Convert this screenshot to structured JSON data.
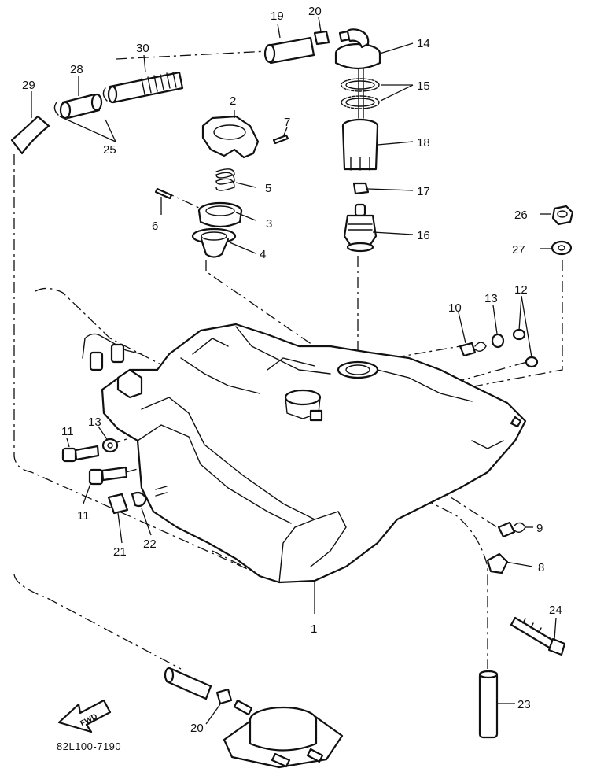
{
  "diagram": {
    "code": "82L100-7190",
    "fwd_label": "FWD",
    "callouts": [
      {
        "id": "c1",
        "text": "1"
      },
      {
        "id": "c2",
        "text": "2"
      },
      {
        "id": "c3",
        "text": "3"
      },
      {
        "id": "c4",
        "text": "4"
      },
      {
        "id": "c5",
        "text": "5"
      },
      {
        "id": "c6",
        "text": "6"
      },
      {
        "id": "c7",
        "text": "7"
      },
      {
        "id": "c8",
        "text": "8"
      },
      {
        "id": "c9",
        "text": "9"
      },
      {
        "id": "c10",
        "text": "10"
      },
      {
        "id": "c11a",
        "text": "11"
      },
      {
        "id": "c11b",
        "text": "11"
      },
      {
        "id": "c12",
        "text": "12"
      },
      {
        "id": "c13a",
        "text": "13"
      },
      {
        "id": "c13b",
        "text": "13"
      },
      {
        "id": "c14",
        "text": "14"
      },
      {
        "id": "c15",
        "text": "15"
      },
      {
        "id": "c16",
        "text": "16"
      },
      {
        "id": "c17",
        "text": "17"
      },
      {
        "id": "c18",
        "text": "18"
      },
      {
        "id": "c19",
        "text": "19"
      },
      {
        "id": "c20a",
        "text": "20"
      },
      {
        "id": "c20b",
        "text": "20"
      },
      {
        "id": "c21",
        "text": "21"
      },
      {
        "id": "c22",
        "text": "22"
      },
      {
        "id": "c23",
        "text": "23"
      },
      {
        "id": "c24",
        "text": "24"
      },
      {
        "id": "c25",
        "text": "25"
      },
      {
        "id": "c26",
        "text": "26"
      },
      {
        "id": "c27",
        "text": "27"
      },
      {
        "id": "c28",
        "text": "28"
      },
      {
        "id": "c29",
        "text": "29"
      },
      {
        "id": "c30",
        "text": "30"
      }
    ]
  }
}
